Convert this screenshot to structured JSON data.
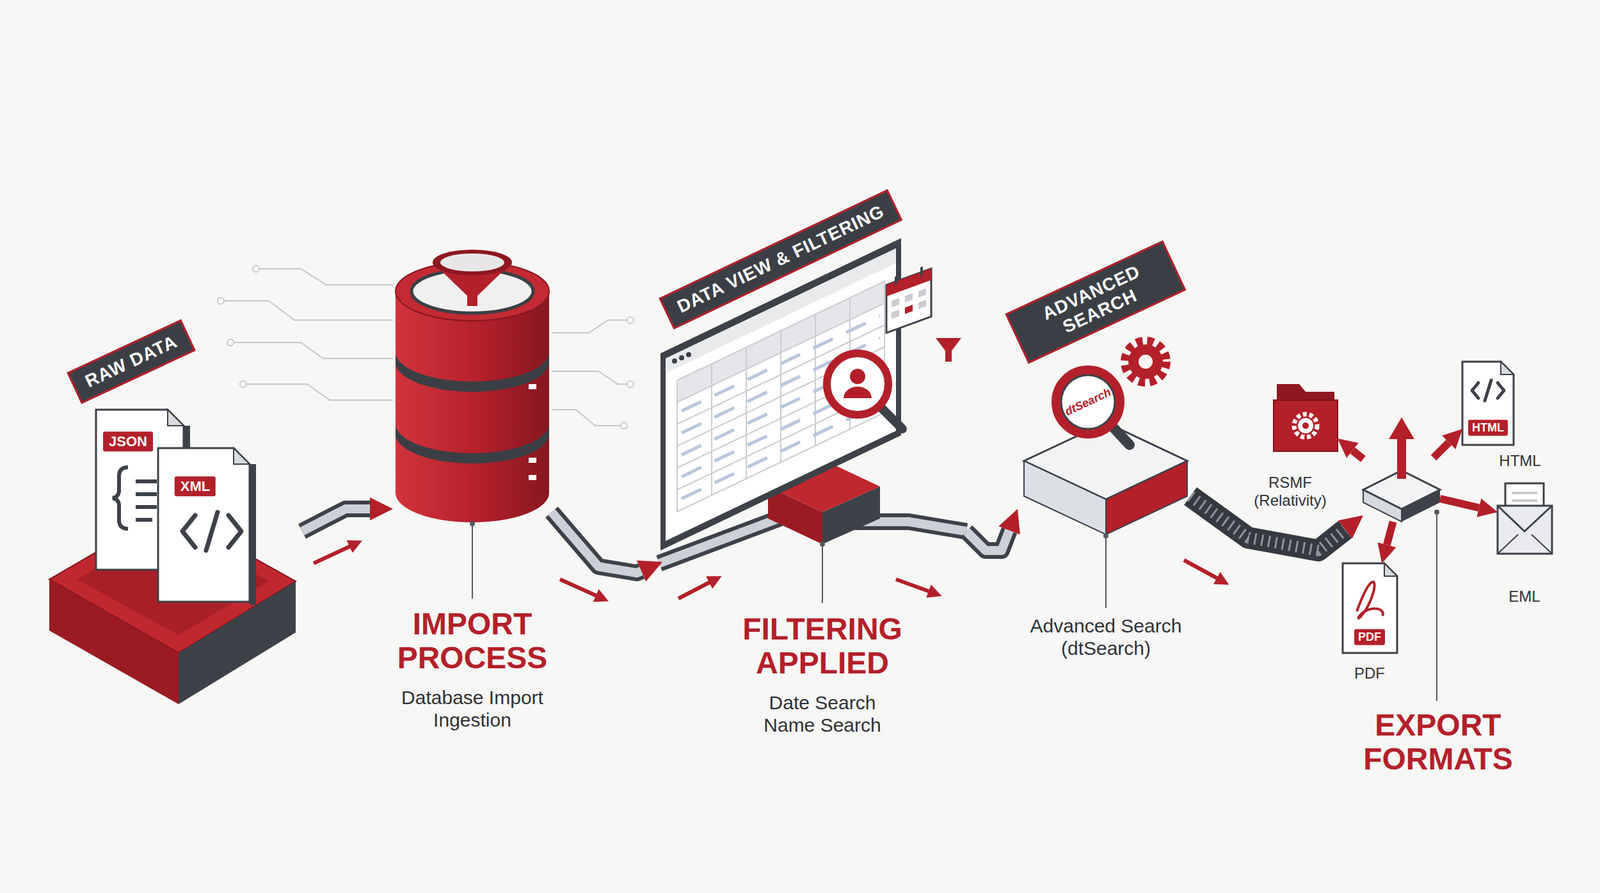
{
  "diagram": {
    "nodes": [
      {
        "text": [
          "RAW DATA"
        ]
      },
      {
        "text": [
          "JSON"
        ],
        "in": 0
      },
      {
        "text": [
          "XML"
        ],
        "in": 0
      },
      {
        "text": [
          "IMPORT PROCESS",
          "Database Import Ingestion"
        ]
      },
      {
        "text": [
          "DATA VIEW & FILTERING",
          "FILTERING APPLIED",
          "Date Search Name Search"
        ]
      },
      {
        "text": [
          "ADVANCED SEARCH",
          "dtSearch",
          "Advanced Search (dtSearch)"
        ]
      },
      {
        "text": [
          "EXPORT FORMATS"
        ]
      },
      {
        "text": [
          "RSMF (Relativity)"
        ]
      },
      {
        "text": [
          "HTML",
          "HTML"
        ]
      },
      {
        "text": [
          "EML"
        ]
      },
      {
        "text": [
          "PDF",
          "PDF"
        ]
      }
    ],
    "edges": [
      {
        "from": 0,
        "to": 3,
        "arrow": "to"
      },
      {
        "from": 3,
        "to": 4,
        "arrow": "to"
      },
      {
        "from": 4,
        "to": 5,
        "arrow": "to"
      },
      {
        "from": 5,
        "to": 6,
        "arrow": "to"
      },
      {
        "from": 6,
        "to": 7,
        "arrow": "to"
      },
      {
        "from": 6,
        "to": 8,
        "arrow": "to"
      },
      {
        "from": 6,
        "to": 9,
        "arrow": "to"
      },
      {
        "from": 6,
        "to": 10,
        "arrow": "to"
      }
    ]
  }
}
